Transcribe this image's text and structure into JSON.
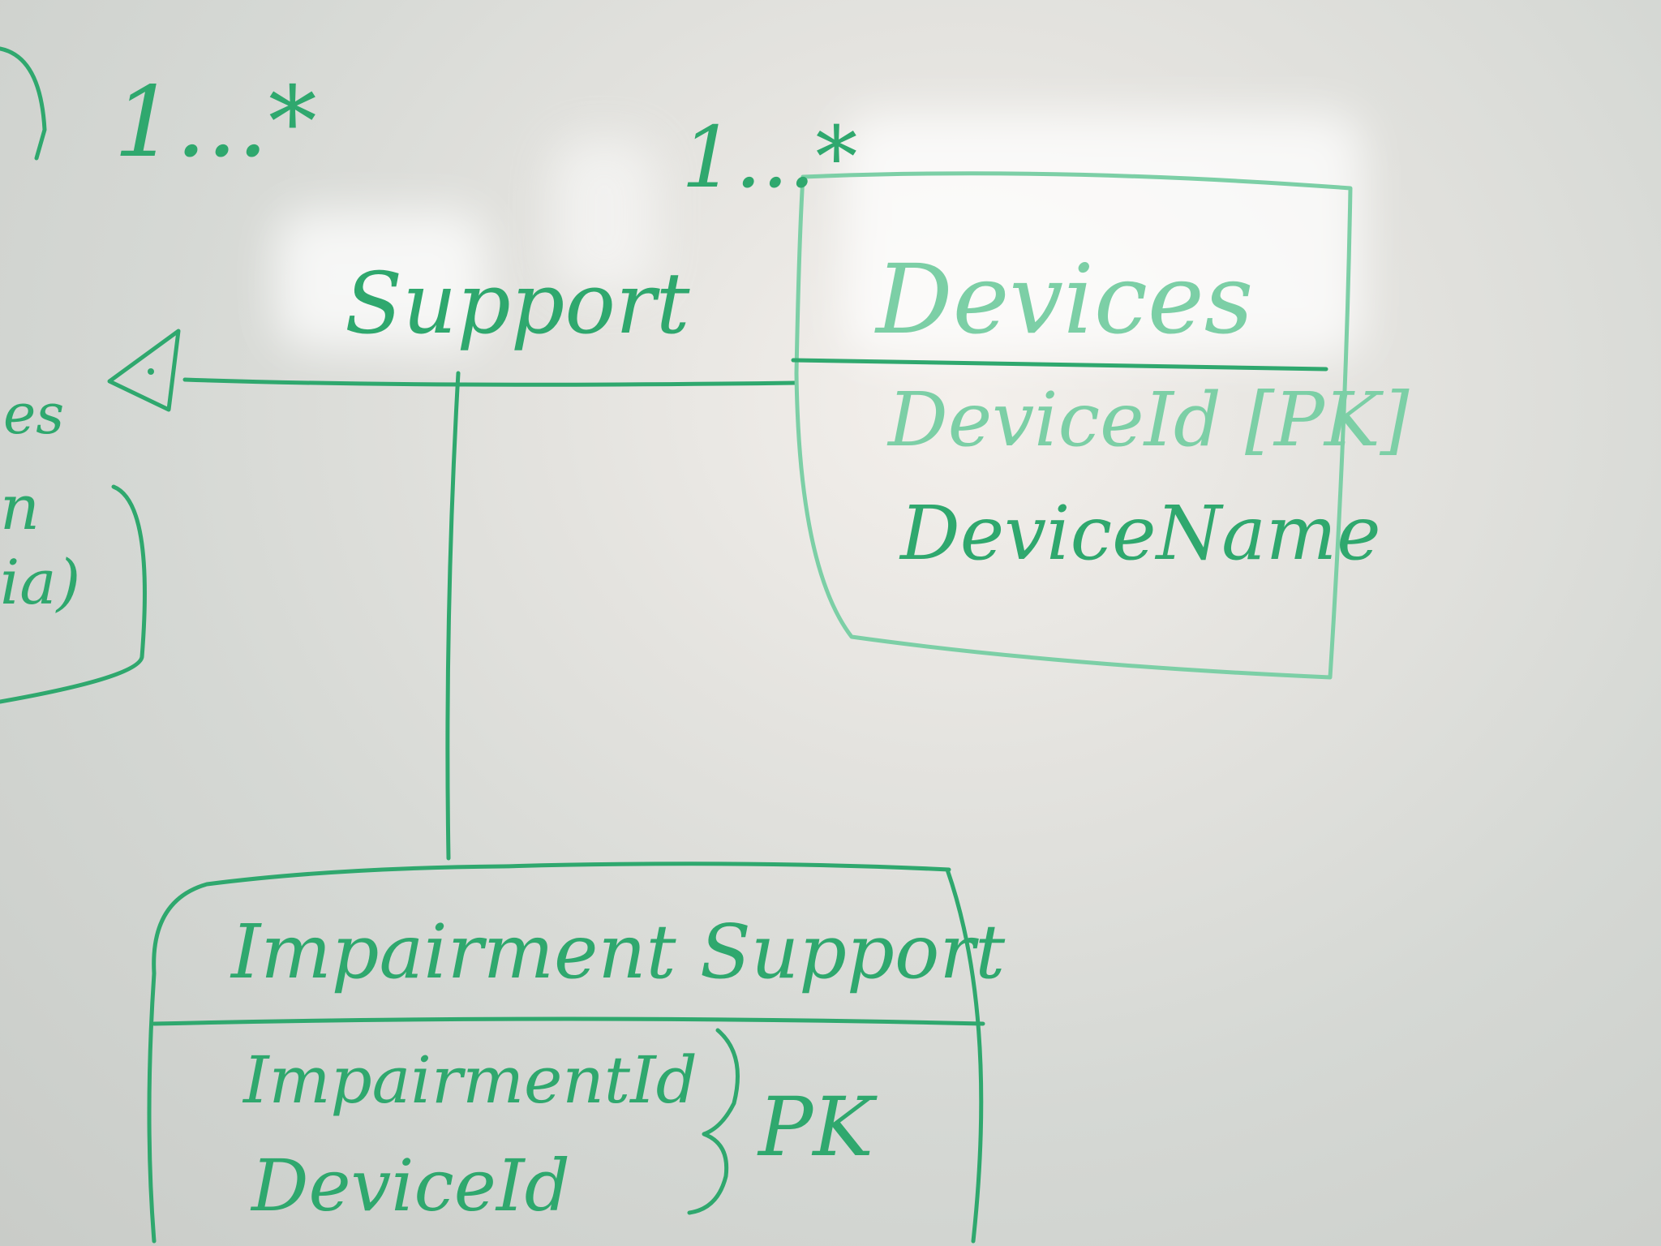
{
  "colors": {
    "marker": "#2fa86e",
    "marker_faded": "#7ccfa6"
  },
  "multiplicity_left": "1...*",
  "multiplicity_right": "1...*",
  "association_label": "Support",
  "left_entity_fragment": {
    "line1": "es",
    "line2": "n",
    "line3": "ia)"
  },
  "devices": {
    "title": "Devices",
    "attributes": [
      "DeviceId [PK]",
      "DeviceName"
    ]
  },
  "impairment_support": {
    "title": "Impairment Support",
    "attributes": [
      "ImpairmentId",
      "DeviceId"
    ],
    "pk_note": "PK"
  }
}
